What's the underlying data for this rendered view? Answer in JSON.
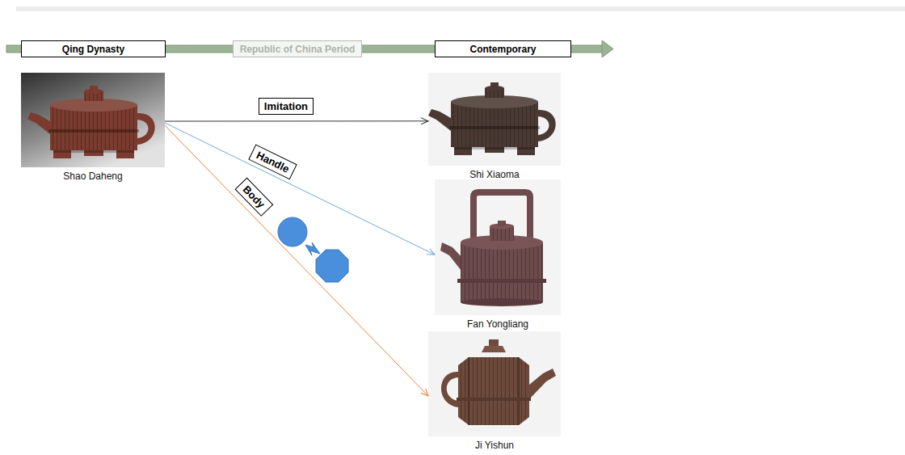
{
  "diagram": {
    "nodes": [
      {
        "text": [
          "Qing Dynasty"
        ]
      },
      {
        "text": [
          "Republic of China Period"
        ]
      },
      {
        "text": [
          "Contemporary"
        ]
      },
      {
        "text": [
          "Shao Daheng"
        ]
      },
      {
        "text": [
          "Shi Xiaoma"
        ]
      },
      {
        "text": [
          "Fan Yongliang"
        ]
      },
      {
        "text": [
          "Ji Yishun"
        ]
      }
    ],
    "edges": [
      {
        "from": 3,
        "to": 4,
        "label": "Imitation",
        "arrow": "to"
      },
      {
        "from": 3,
        "to": 5,
        "label": "Handle",
        "arrow": "to"
      },
      {
        "from": 3,
        "to": 6,
        "label": "Body",
        "arrow": "to"
      }
    ]
  }
}
